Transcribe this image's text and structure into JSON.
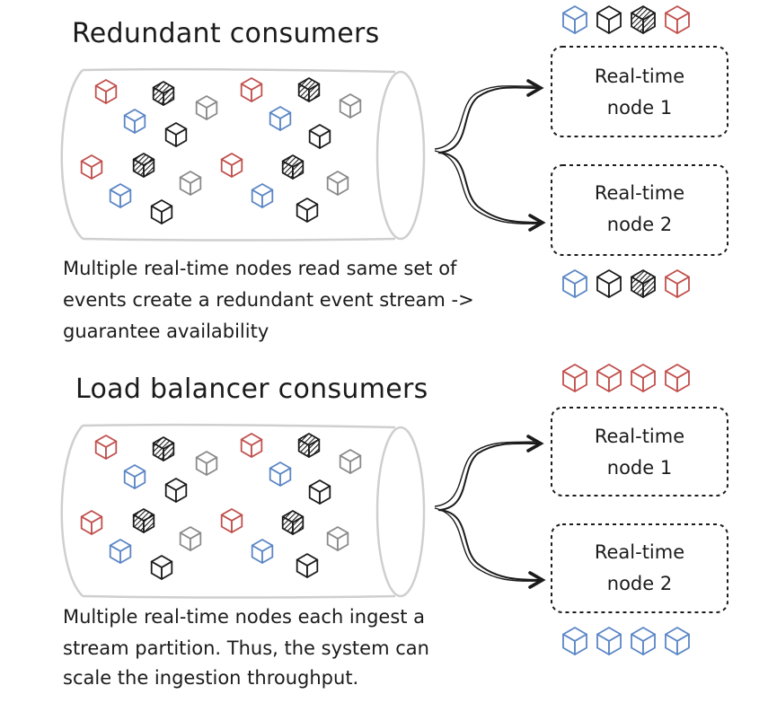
{
  "sections": [
    {
      "id": "redundant",
      "title": "Redundant consumers",
      "description_lines": [
        "Multiple real-time nodes read same set of",
        "events create a redundant event stream ->",
        "guarantee availability"
      ],
      "nodes": [
        {
          "line1": "Real-time",
          "line2": "node 1",
          "received": [
            "blue",
            "black",
            "hatched",
            "red"
          ]
        },
        {
          "line1": "Real-time",
          "line2": "node 2",
          "received": [
            "blue",
            "black",
            "hatched",
            "red"
          ]
        }
      ]
    },
    {
      "id": "load-balancer",
      "title": "Load balancer consumers",
      "description_lines": [
        "Multiple real-time nodes each ingest a",
        "stream partition. Thus, the system can",
        "scale the ingestion throughput."
      ],
      "nodes": [
        {
          "line1": "Real-time",
          "line2": "node 1",
          "received": [
            "red",
            "red",
            "red",
            "red"
          ]
        },
        {
          "line1": "Real-time",
          "line2": "node 2",
          "received": [
            "blue",
            "blue",
            "blue",
            "blue"
          ]
        }
      ]
    }
  ],
  "colors": {
    "red": "#c0504d",
    "blue": "#5b86c5",
    "black": "#1b1b1b",
    "hatched": "#1b1b1b",
    "grey": "#8a8a8a",
    "pipe": "#cfcfcf"
  },
  "stream_events": [
    "red",
    "hatched",
    "grey",
    "red",
    "hatched",
    "grey",
    "blue",
    "black",
    "blue",
    "black",
    "red",
    "hatched",
    "grey",
    "red",
    "hatched",
    "grey",
    "blue",
    "black",
    "blue",
    "black"
  ]
}
